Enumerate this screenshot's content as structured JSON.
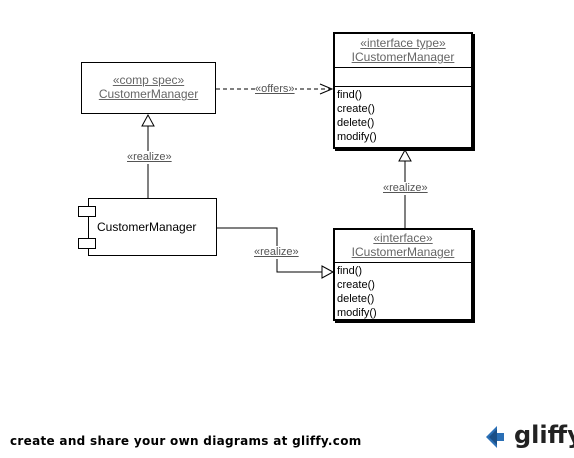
{
  "comp_spec": {
    "stereotype": "«comp spec»",
    "name": "CustomerManager"
  },
  "interface_type": {
    "stereotype": "«interface type»",
    "name": "ICustomerManager",
    "operations": [
      "find()",
      "create()",
      "delete()",
      "modify()"
    ]
  },
  "interface": {
    "stereotype": "«interface»",
    "name": "ICustomerManager",
    "operations": [
      "find()",
      "create()",
      "delete()",
      "modify()"
    ]
  },
  "component": {
    "name": "CustomerManager"
  },
  "relations": {
    "offers": "«offers»",
    "realize_spec": "«realize»",
    "realize_interface_type": "«realize»",
    "realize_component": "«realize»"
  },
  "footer": {
    "text": "create and share your own diagrams at gliffy.com"
  },
  "logo": {
    "text": "gliffy"
  }
}
